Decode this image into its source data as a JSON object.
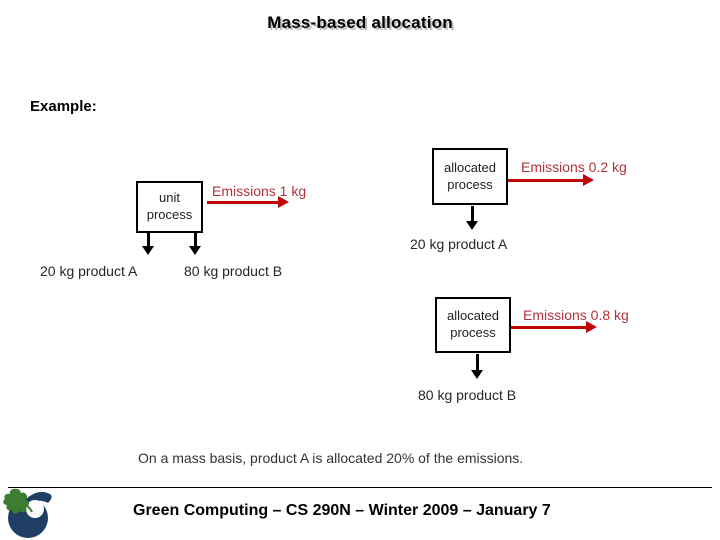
{
  "colors": {
    "red_text": "#B2323C",
    "red_arrow": "#C00505",
    "ink": "#1A1A1A",
    "leaf_green": "#3E7D31",
    "acorn_navy": "#1E3F63"
  },
  "slide": {
    "title": "Mass-based allocation",
    "example_label": "Example:",
    "conclusion": "On a mass basis, product A is allocated 20% of the emissions.",
    "footer": "Green Computing – CS 290N – Winter 2009 – January 7"
  },
  "diagram": {
    "unit_process": {
      "box_label": "unit process",
      "emissions_label": "Emissions 1 kg",
      "output_a": "20 kg product A",
      "output_b": "80 kg product B"
    },
    "allocated_a": {
      "box_label": "allocated process",
      "emissions_label": "Emissions 0.2 kg",
      "output": "20 kg product A"
    },
    "allocated_b": {
      "box_label": "allocated process",
      "emissions_label": "Emissions 0.8 kg",
      "output": "80 kg product B"
    }
  }
}
